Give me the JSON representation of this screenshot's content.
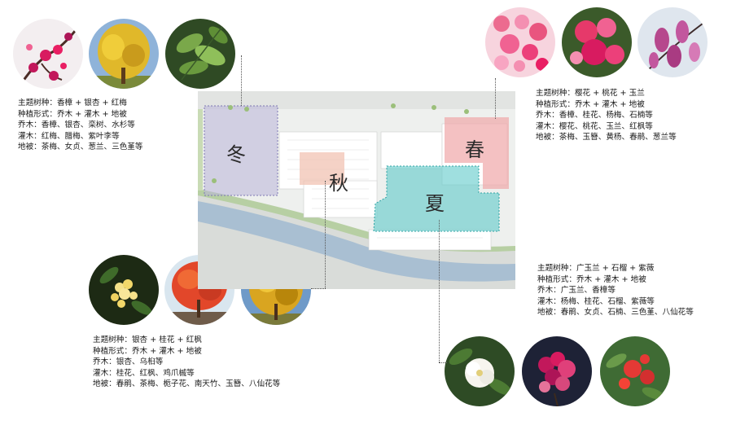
{
  "colors": {
    "winter": "#b9b5d8",
    "autumn": "#f1bfae",
    "summer": "#5fc9c9",
    "spring": "#f0a6a8",
    "river": "#a9bfd2",
    "site": "#e9e9e9"
  },
  "seasons": {
    "winter": {
      "label": "冬",
      "photos": [
        "plum-blossom-photo",
        "ginkgo-tree-photo",
        "camphor-leaves-photo"
      ],
      "lines": [
        "主题树种：香樟 + 银杏 + 红梅",
        "种植形式：乔木 + 灌木 + 地被",
        "乔木：香樟、银杏、栾树、水杉等",
        "灌木：红梅、腊梅、紫叶李等",
        "地被：茶梅、女贞、葱兰、三色堇等"
      ]
    },
    "spring": {
      "label": "春",
      "photos": [
        "cherry-blossom-photo",
        "peach-blossom-photo",
        "magnolia-photo"
      ],
      "lines": [
        "主题树种：樱花 + 桃花 + 玉兰",
        "种植形式：乔木 + 灌木 + 地被",
        "乔木：香樟、桂花、杨梅、石楠等",
        "灌木：樱花、桃花、玉兰、红枫等",
        "地被：茶梅、玉簪、黄杨、春鹃、葱兰等"
      ]
    },
    "summer": {
      "label": "夏",
      "photos": [
        "magnolia-grandiflora-photo",
        "crape-myrtle-photo",
        "pomegranate-flower-photo"
      ],
      "lines": [
        "主题树种：广玉兰 + 石榴 + 紫薇",
        "种植形式：乔木 + 灌木 + 地被",
        "乔木：广玉兰、香樟等",
        "灌木：杨梅、桂花、石榴、紫薇等",
        "地被：春鹃、女贞、石楠、三色堇、八仙花等"
      ]
    },
    "autumn": {
      "label": "秋",
      "photos": [
        "osmanthus-photo",
        "red-maple-photo",
        "golden-ginkgo-photo"
      ],
      "lines": [
        "主题树种：银杏 + 桂花 + 红枫",
        "种植形式：乔木 + 灌木 + 地被",
        "乔木：银杏、乌桕等",
        "灌木：桂花、红枫、鸡爪槭等",
        "地被：春鹃、茶梅、栀子花、南天竹、玉簪、八仙花等"
      ]
    }
  }
}
